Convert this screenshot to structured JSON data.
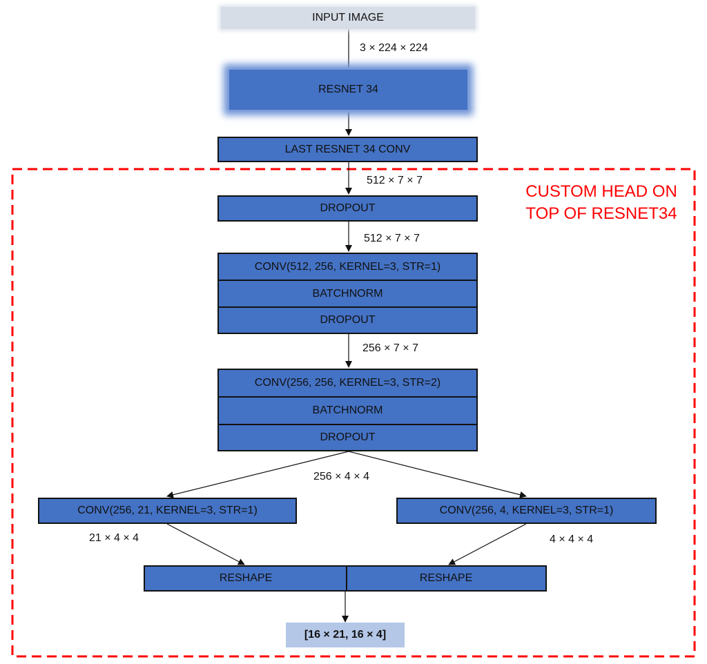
{
  "nodes": {
    "input_image": "INPUT IMAGE",
    "resnet34": "RESNET 34",
    "last_resnet_conv": "LAST RESNET 34 CONV",
    "dropout_1": "DROPOUT",
    "block1": {
      "conv": "CONV(512, 256, KERNEL=3, STR=1)",
      "batchnorm": "BATCHNORM",
      "dropout": "DROPOUT"
    },
    "block2": {
      "conv": "CONV(256, 256, KERNEL=3, STR=2)",
      "batchnorm": "BATCHNORM",
      "dropout": "DROPOUT"
    },
    "conv_left": "CONV(256, 21, KERNEL=3, STR=1)",
    "conv_right": "CONV(256, 4, KERNEL=3, STR=1)",
    "reshape_left": "RESHAPE",
    "reshape_right": "RESHAPE",
    "output": "[16 × 21, 16 × 4]"
  },
  "dims": {
    "input": "3 × 224 × 224",
    "after_resnet": "512 × 7 × 7",
    "after_dropout": "512 × 7 × 7",
    "after_block1": "256 × 7 × 7",
    "after_block2": "256 × 4 × 4",
    "left_branch": "21 × 4 × 4",
    "right_branch": "4 × 4 × 4"
  },
  "custom_head_label": {
    "line1": "CUSTOM HEAD ON",
    "line2": "TOP OF RESNET34"
  },
  "colors": {
    "block_blue": "#4472c4",
    "input_gray": "#d7dde7",
    "output_light_blue": "#b4c7e7",
    "custom_head_red": "#ff0000"
  }
}
